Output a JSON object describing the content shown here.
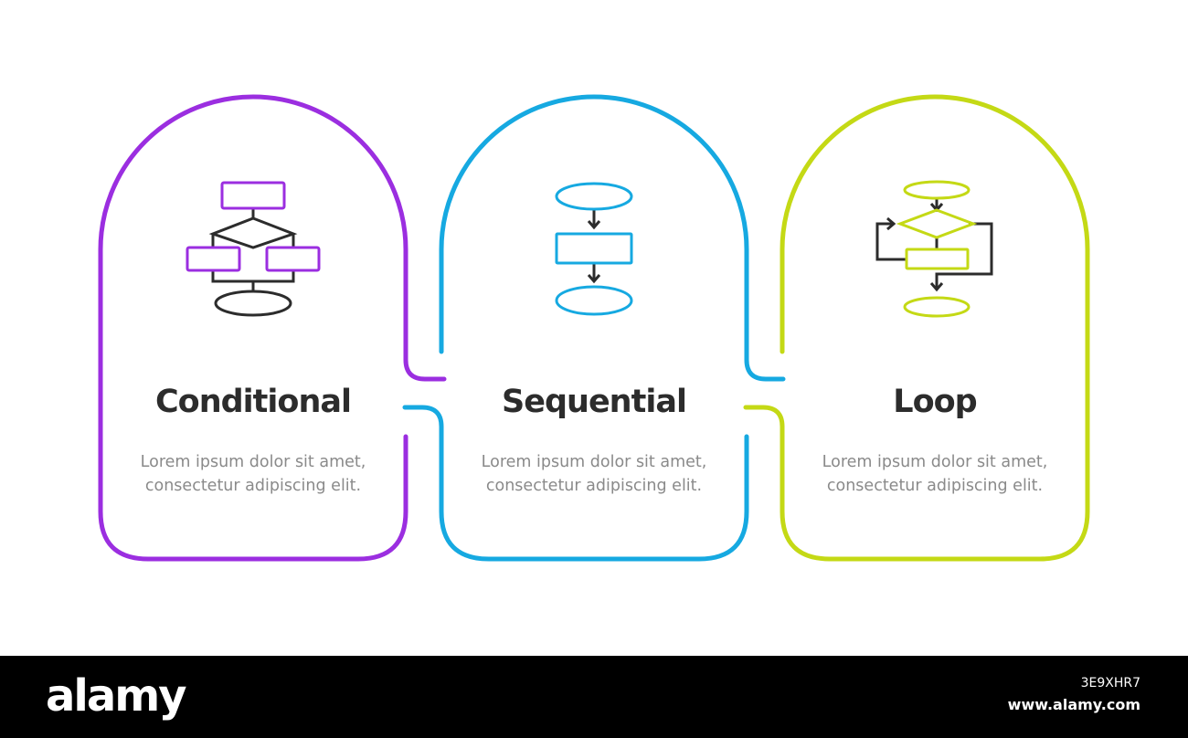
{
  "colors": {
    "background": "#ffffff",
    "text_dark": "#2c2c2c",
    "text_muted": "#8a8a8a",
    "outline_dark": "#2c2c2c"
  },
  "cards": [
    {
      "title": "Conditional",
      "description": "Lorem ipsum dolor sit amet, consectetur adipiscing elit.",
      "accent": "#9b2ee0",
      "icon": "conditional-flowchart-icon"
    },
    {
      "title": "Sequential",
      "description": "Lorem ipsum dolor sit amet, consectetur adipiscing elit.",
      "accent": "#16a9e1",
      "icon": "sequential-flowchart-icon"
    },
    {
      "title": "Loop",
      "description": "Lorem ipsum dolor sit amet, consectetur adipiscing elit.",
      "accent": "#c4d915",
      "icon": "loop-flowchart-icon"
    }
  ],
  "footer": {
    "brand": "alamy",
    "image_id": "3E9XHR7",
    "site": "www.alamy.com"
  }
}
